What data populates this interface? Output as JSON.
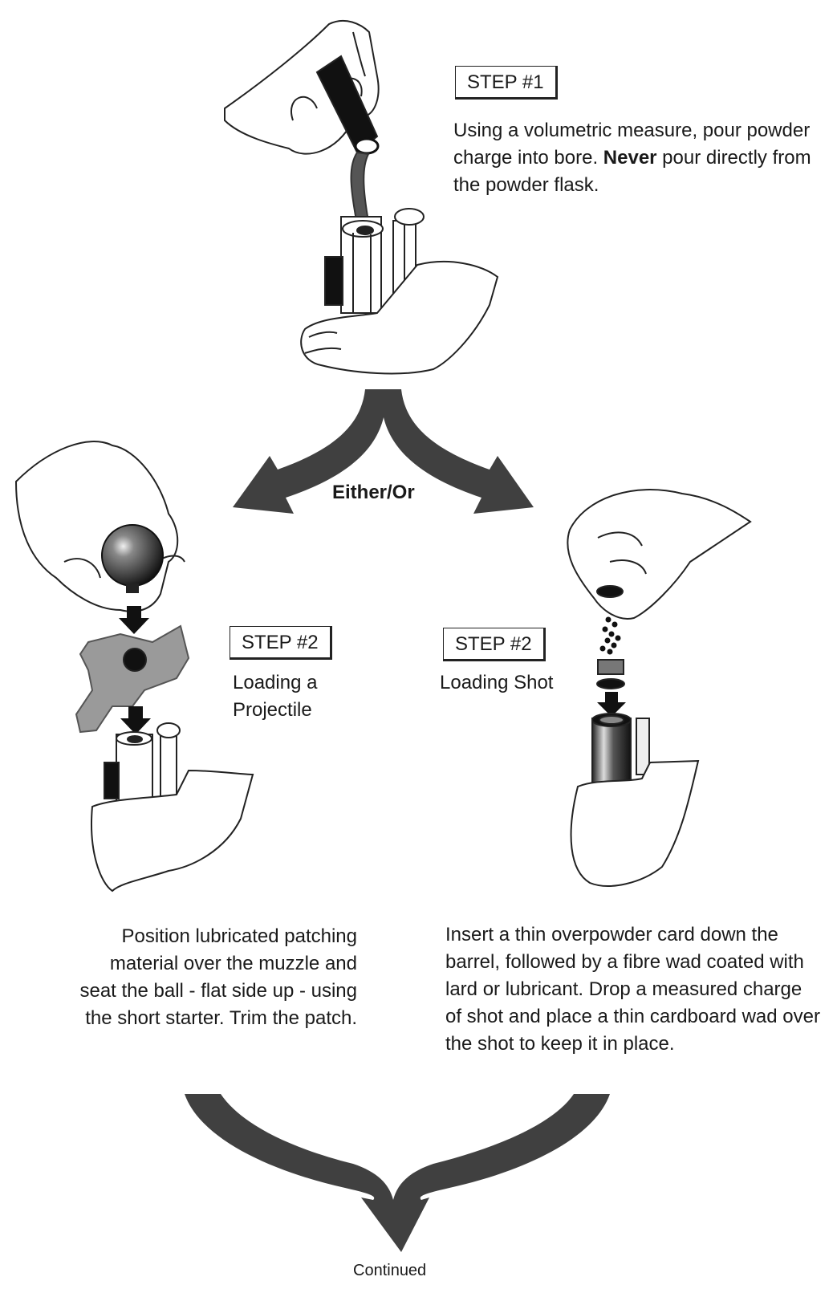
{
  "step1": {
    "label": "STEP #1",
    "text_part1": "Using a volumetric measure, pour powder charge into bore. ",
    "text_bold": "Never",
    "text_part2": " pour directly from the powder flask."
  },
  "either_or": "Either/Or",
  "step2_left": {
    "label": "STEP #2",
    "title_line1": "Loading a",
    "title_line2": "Projectile",
    "description": "Position lubricated patching material over the muzzle and seat the ball - flat side up - using the short starter. Trim the patch."
  },
  "step2_right": {
    "label": "STEP #2",
    "title": "Loading Shot",
    "description": "Insert a thin overpowder card down the barrel, followed by a fibre wad coated with lard or lubricant. Drop a measured charge of shot and place a thin cardboard wad over the shot to keep it in place."
  },
  "continued": "Continued",
  "colors": {
    "arrow": "#404040",
    "patch": "#9a9a9a",
    "ink": "#1a1a1a"
  },
  "icons": [
    "powder-measure-icon",
    "hand-icon",
    "revolver-cylinder-icon",
    "ball-icon",
    "patch-icon",
    "shot-pellets-icon",
    "wad-icon",
    "shotgun-barrel-icon",
    "down-arrow-icon",
    "split-arrow-icon",
    "merge-arrow-icon"
  ]
}
